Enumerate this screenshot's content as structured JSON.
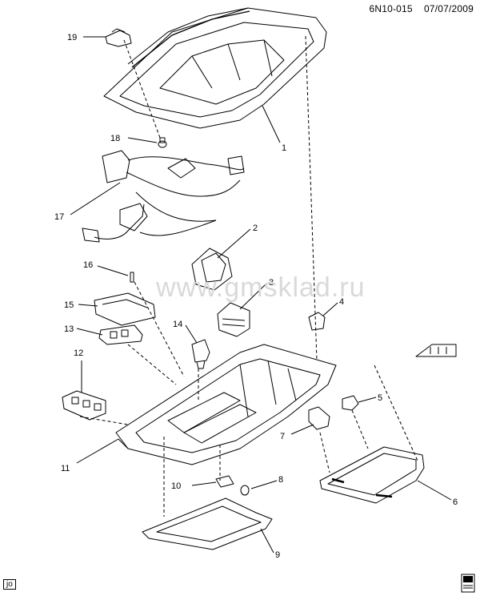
{
  "header": {
    "doc_id": "6N10-015",
    "date": "07/07/2009"
  },
  "watermark": "www.gmsklad.ru",
  "corner_tag": "jo",
  "callouts": [
    "1",
    "2",
    "3",
    "4",
    "5",
    "6",
    "7",
    "8",
    "9",
    "10",
    "11",
    "12",
    "13",
    "14",
    "15",
    "16",
    "17",
    "18",
    "19"
  ],
  "icons": {
    "direction": "front-arrow-icon",
    "book": "manual-book-icon"
  }
}
